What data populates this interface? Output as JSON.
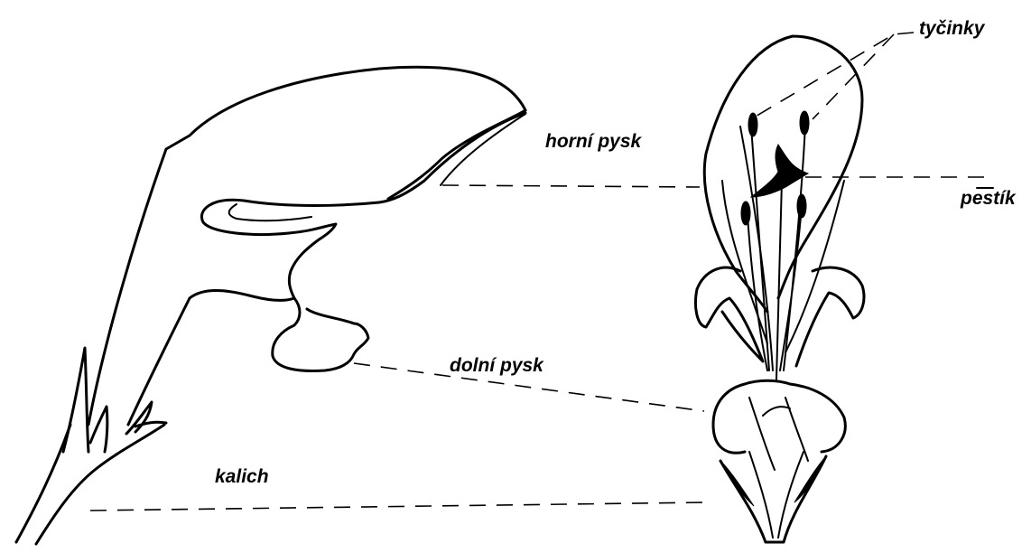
{
  "labels": {
    "stamens": "tyčinky",
    "upper_lip": "horní pysk",
    "pistil": "pestík",
    "lower_lip": "dolní pysk",
    "calyx": "kalich"
  },
  "colors": {
    "ink": "#000000",
    "background": "#ffffff"
  }
}
